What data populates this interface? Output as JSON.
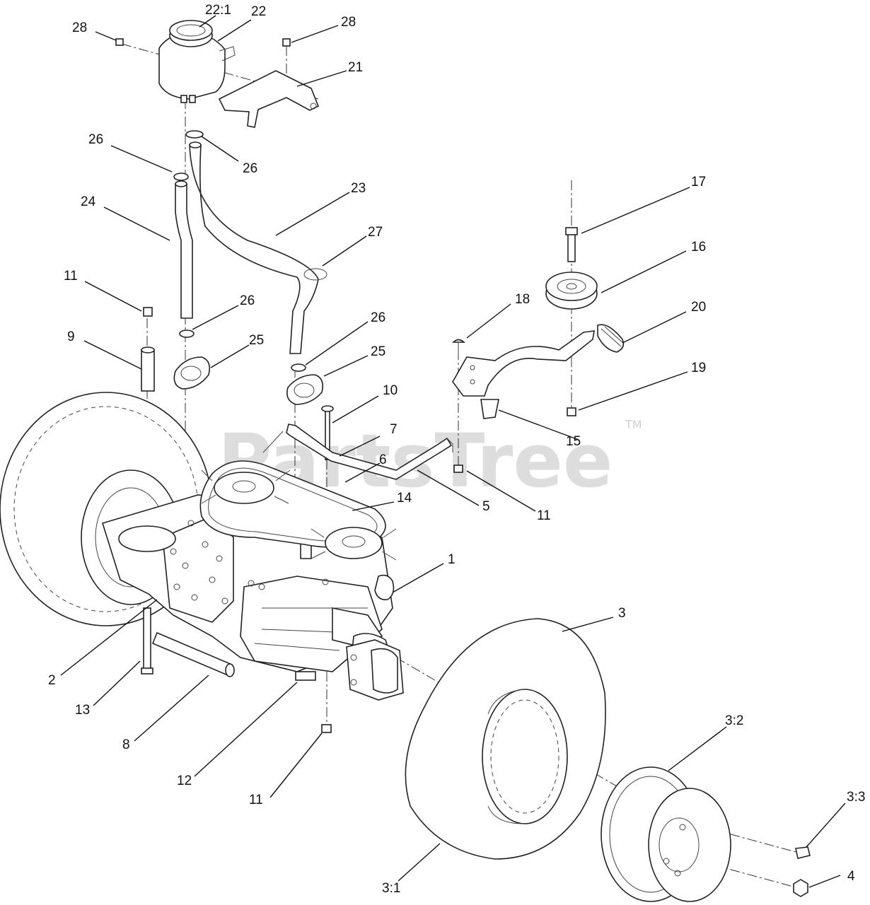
{
  "watermark": {
    "text": "PartsTree",
    "mark": "TM"
  },
  "labels": [
    {
      "id": "l1",
      "text": "22:1"
    },
    {
      "id": "l2",
      "text": "22"
    },
    {
      "id": "l3",
      "text": "28"
    },
    {
      "id": "l4",
      "text": "28"
    },
    {
      "id": "l5",
      "text": "21"
    },
    {
      "id": "l6",
      "text": "26"
    },
    {
      "id": "l7",
      "text": "26"
    },
    {
      "id": "l8",
      "text": "24"
    },
    {
      "id": "l9",
      "text": "23"
    },
    {
      "id": "l10",
      "text": "27"
    },
    {
      "id": "l11",
      "text": "17"
    },
    {
      "id": "l12",
      "text": "16"
    },
    {
      "id": "l13",
      "text": "11"
    },
    {
      "id": "l14",
      "text": "26"
    },
    {
      "id": "l15",
      "text": "18"
    },
    {
      "id": "l16",
      "text": "20"
    },
    {
      "id": "l17",
      "text": "9"
    },
    {
      "id": "l18",
      "text": "25"
    },
    {
      "id": "l19",
      "text": "26"
    },
    {
      "id": "l20",
      "text": "25"
    },
    {
      "id": "l21",
      "text": "19"
    },
    {
      "id": "l22",
      "text": "10"
    },
    {
      "id": "l23",
      "text": "15"
    },
    {
      "id": "l24",
      "text": "7"
    },
    {
      "id": "l25",
      "text": "6"
    },
    {
      "id": "l26",
      "text": "14"
    },
    {
      "id": "l27",
      "text": "5"
    },
    {
      "id": "l28",
      "text": "11"
    },
    {
      "id": "l29",
      "text": "1"
    },
    {
      "id": "l30",
      "text": "3"
    },
    {
      "id": "l31",
      "text": "2"
    },
    {
      "id": "l32",
      "text": "13"
    },
    {
      "id": "l33",
      "text": "8"
    },
    {
      "id": "l34",
      "text": "12"
    },
    {
      "id": "l35",
      "text": "11"
    },
    {
      "id": "l36",
      "text": "3:2"
    },
    {
      "id": "l37",
      "text": "3:3"
    },
    {
      "id": "l38",
      "text": "4"
    },
    {
      "id": "l39",
      "text": "3:1"
    }
  ]
}
